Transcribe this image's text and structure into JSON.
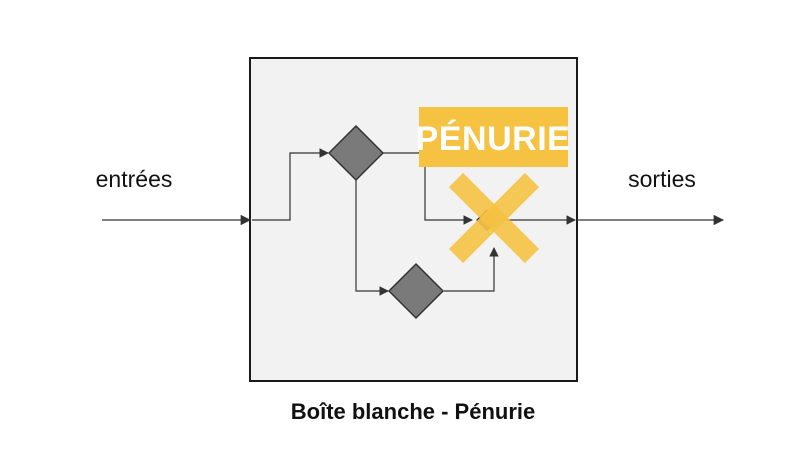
{
  "labels": {
    "inputs": "entrées",
    "outputs": "sorties",
    "caption": "Boîte blanche - Pénurie",
    "banner": "PÉNURIE"
  },
  "colors": {
    "box_fill": "#f2f2f2",
    "box_stroke": "#1a1a1a",
    "node_fill": "#7a7a7a",
    "line": "#333333",
    "accent": "#f5c242"
  }
}
